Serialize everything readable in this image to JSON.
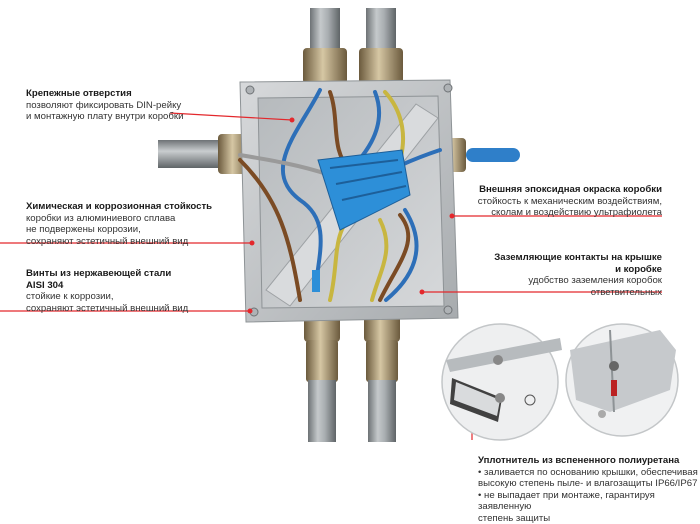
{
  "colors": {
    "accent": "#e3282c",
    "box": "#c9ccce",
    "conduit": "#9ea3a6",
    "terminal": "#2d8fd8"
  },
  "callouts": {
    "mount_holes": {
      "title": "Крепежные отверстия",
      "lines": [
        "позволяют фиксировать DIN-рейку",
        "и монтажную плату внутри коробки"
      ]
    },
    "corrosion": {
      "title": "Химическая и коррозионная стойкость",
      "lines": [
        "коробки из алюминиевого сплава",
        "не подвержены коррозии,",
        "сохраняют эстетичный внешний вид"
      ]
    },
    "screws": {
      "title_lines": [
        "Винты из нержавеющей стали",
        "AISI 304"
      ],
      "lines": [
        "стойкие к коррозии,",
        "сохраняют эстетичный внешний вид"
      ]
    },
    "coating": {
      "title": "Внешняя эпоксидная окраска коробки",
      "lines": [
        "стойкость к механическим воздействиям,",
        "сколам и воздействию ультрафиолета"
      ]
    },
    "ground": {
      "title_lines": [
        "Заземляющие контакты на крышке",
        "и коробке"
      ],
      "lines": [
        "удобство заземления коробок",
        "ответвительных"
      ]
    },
    "seal": {
      "title": "Уплотнитель из вспененного полиуретана",
      "bullets": [
        "• заливается по основанию крышки, обеспечивая",
        "высокую степень пыле- и влагозащиты IP66/IP67",
        "• не выпадает при монтаже, гарантируя заявленную",
        "степень защиты"
      ]
    }
  }
}
